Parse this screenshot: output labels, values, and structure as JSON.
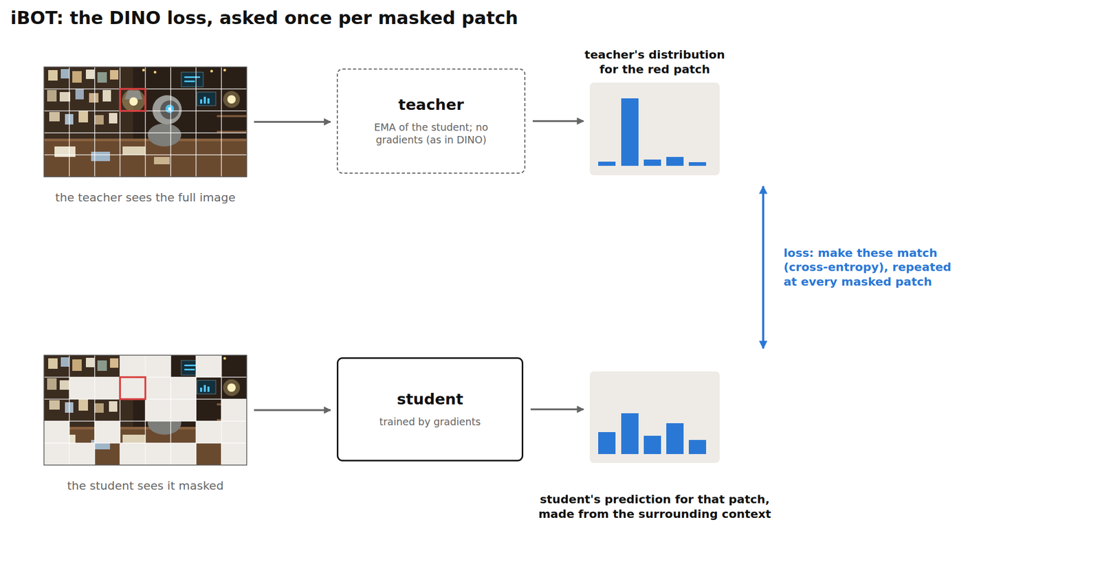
{
  "diagram": {
    "title": "iBOT: the DINO loss, asked once per masked patch",
    "nodes": [
      {
        "text": [
          "the teacher sees the full image"
        ]
      },
      {
        "text": [
          "teacher",
          "EMA of the student; no gradients (as in DINO)"
        ]
      },
      {
        "text": [
          "teacher's distribution for the red patch"
        ]
      },
      {
        "text": [
          "the student sees it masked"
        ]
      },
      {
        "text": [
          "student",
          "trained by gradients"
        ]
      },
      {
        "text": [
          "student's prediction for that patch, made from the surrounding context"
        ]
      }
    ],
    "edges": [
      {
        "from": 0,
        "to": 1,
        "arrow": "to"
      },
      {
        "from": 1,
        "to": 2,
        "arrow": "to"
      },
      {
        "from": 3,
        "to": 4,
        "arrow": "to"
      },
      {
        "from": 4,
        "to": 5,
        "arrow": "to"
      },
      {
        "from": 2,
        "to": 5,
        "arrow": "both",
        "label": "loss: make these match (cross-entropy), repeated at every masked patch"
      }
    ]
  }
}
